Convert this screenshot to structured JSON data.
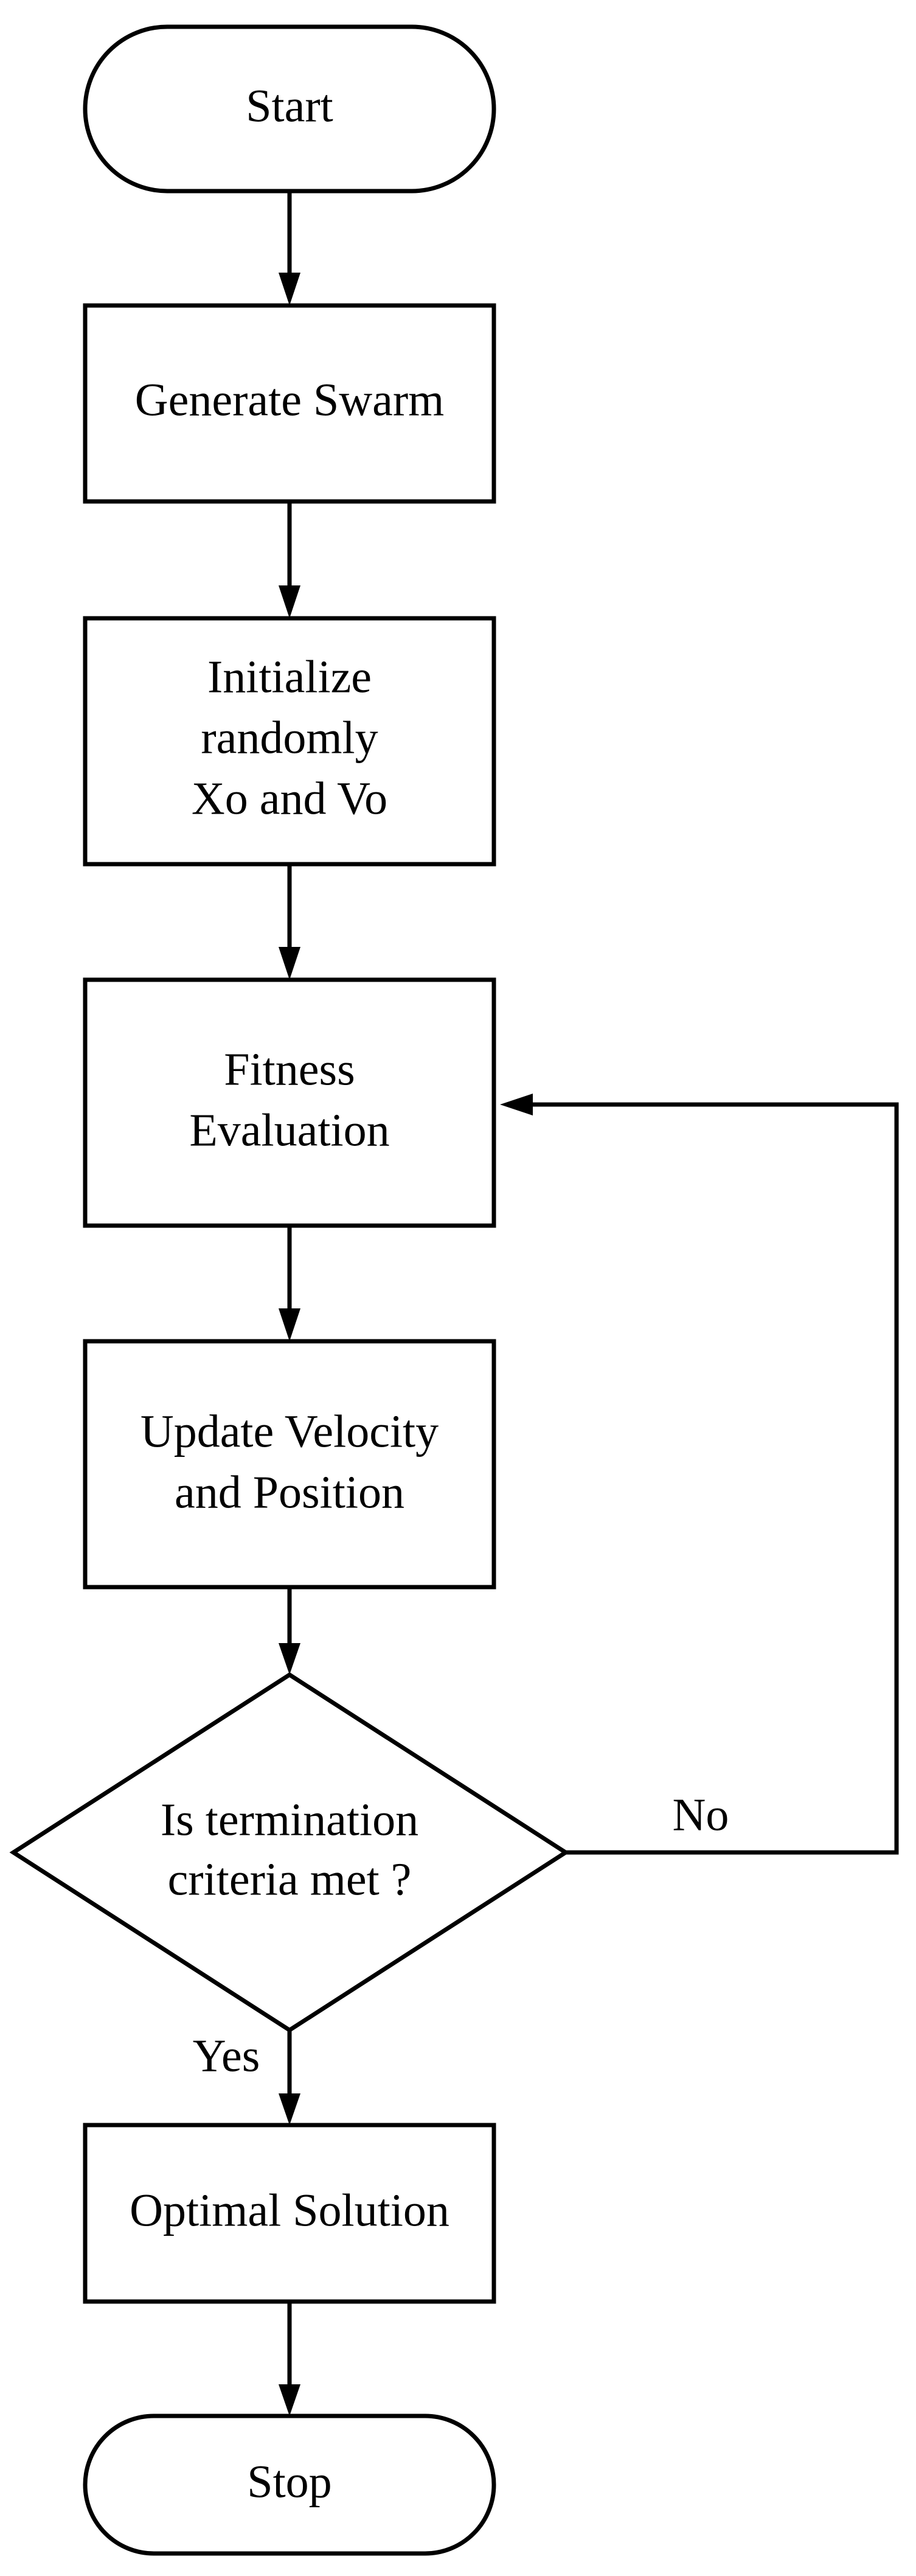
{
  "flowchart": {
    "start": "Start",
    "generate_swarm": "Generate Swarm",
    "initialize": [
      "Initialize",
      "randomly",
      "Xo and Vo"
    ],
    "fitness": [
      "Fitness",
      "Evaluation"
    ],
    "update": [
      "Update Velocity",
      "and Position"
    ],
    "decision": [
      "Is termination",
      "criteria met  ?"
    ],
    "no_label": "No",
    "yes_label": "Yes",
    "optimal": "Optimal Solution",
    "stop": "Stop"
  }
}
